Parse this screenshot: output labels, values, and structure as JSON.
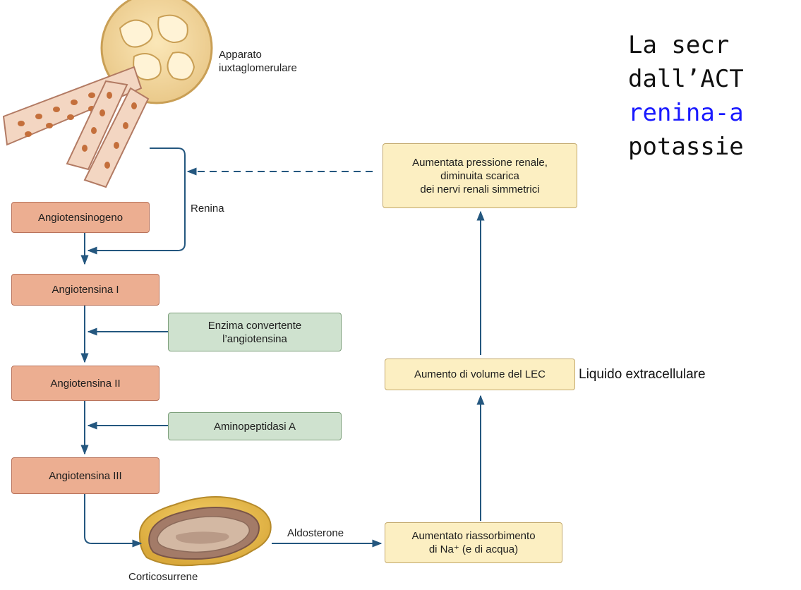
{
  "boxes": {
    "angiotensinogeno": "Angiotensinogeno",
    "angiotensina1": "Angiotensina I",
    "enzima": [
      "Enzima convertente",
      "l’angiotensina"
    ],
    "angiotensina2": "Angiotensina II",
    "aminopeptidasi": "Aminopeptidasi A",
    "angiotensina3": "Angiotensina III",
    "pressione": [
      "Aumentata pressione renale,",
      "diminuita scarica",
      "dei nervi renali simmetrici"
    ],
    "volume": "Aumento di volume del LEC",
    "riassorbimento": [
      "Aumentato riassorbimento",
      "di Na⁺ (e di acqua)"
    ]
  },
  "labels": {
    "apparato": [
      "Apparato",
      "iuxtaglomerulare"
    ],
    "renina": "Renina",
    "aldosterone": "Aldosterone",
    "corticosurrene": "Corticosurrene",
    "lec_full": "Liquido extracellulare"
  },
  "heading": {
    "line1": "La secr",
    "line2": "dall’ACT",
    "line3": "renina-a",
    "line4": "potassie"
  },
  "colors": {
    "arrow": "#24577f",
    "heading_black": "#111111",
    "heading_blue": "#1a1aff"
  }
}
